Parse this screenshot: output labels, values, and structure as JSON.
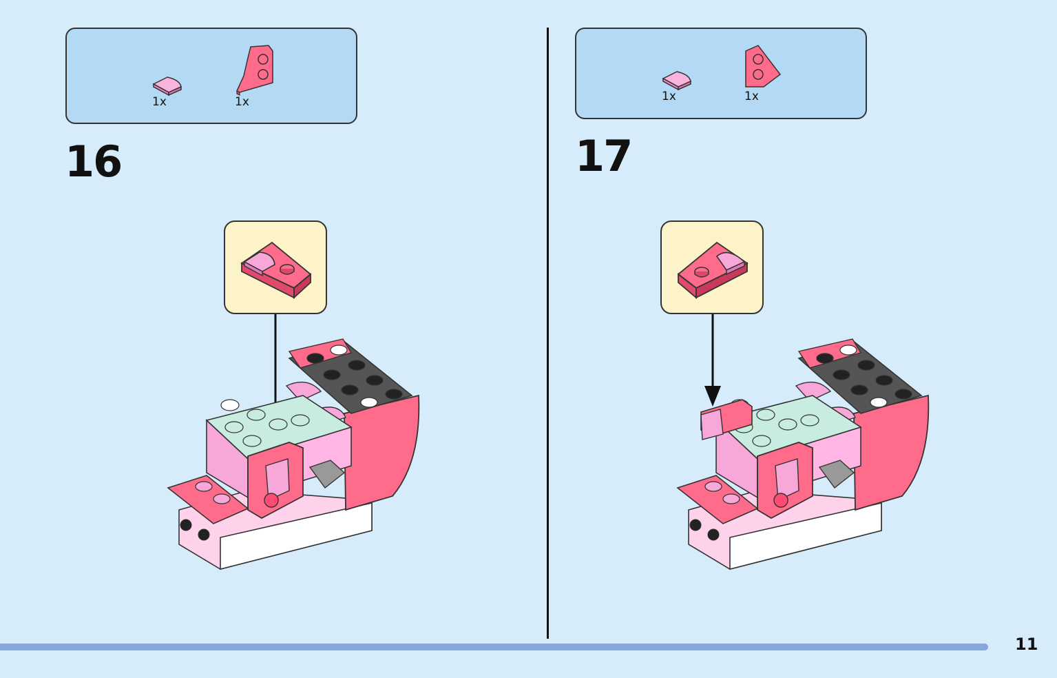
{
  "steps": [
    {
      "number": "16",
      "parts": [
        {
          "quantity": "1x",
          "part": "pink-round-tile-quarter"
        },
        {
          "quantity": "1x",
          "part": "coral-wedge-plate"
        }
      ],
      "callout_part": "coral-wedge-plate-with-pink-tile"
    },
    {
      "number": "17",
      "parts": [
        {
          "quantity": "1x",
          "part": "pink-round-tile-quarter"
        },
        {
          "quantity": "1x",
          "part": "coral-wedge-plate"
        }
      ],
      "callout_part": "coral-wedge-plate-with-pink-tile-mirrored"
    }
  ],
  "page_number": "11",
  "colors": {
    "background": "#d6ecfa",
    "parts_box": "#b3d9f4",
    "callout": "#fdf3c8",
    "coral": "#ff6b8a",
    "light_pink": "#f8a8d8",
    "mint": "#c8ece0",
    "dark_gray": "#555555",
    "progress_bar": "#87a8dc"
  }
}
